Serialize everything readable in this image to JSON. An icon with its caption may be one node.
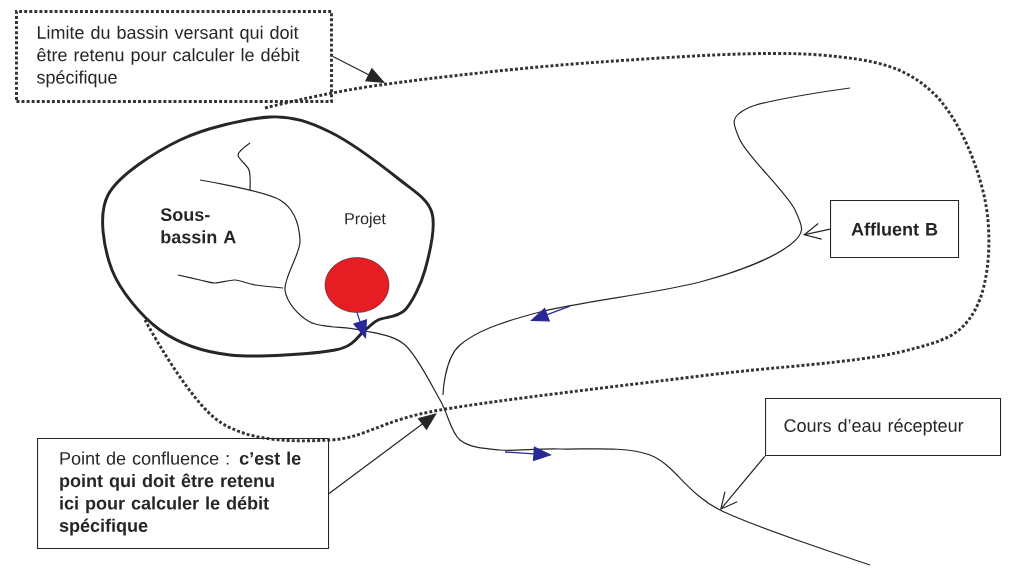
{
  "diagram": {
    "nodes": [
      {
        "text": [
          "Limite du bassin versant qui doit être retenu pour calculer le débit spécifique"
        ]
      },
      {
        "text": [
          "Sous-bassin A"
        ]
      },
      {
        "text": [],
        "shape": "circle",
        "beside": [
          "Projet"
        ],
        "in": 1
      },
      {
        "text": [
          "Affluent B"
        ]
      },
      {
        "text": [
          "Point de confluence : **c’est le point qui doit être retenu ici pour calculer le débit spécifique**"
        ]
      },
      {
        "text": [
          "Cours d’eau récepteur"
        ]
      }
    ],
    "edges": [
      {
        "from": 0,
        "to": null,
        "arrow": "to"
      },
      {
        "from": 3,
        "to": null,
        "arrow": "to"
      },
      {
        "from": 4,
        "to": null,
        "arrow": "to"
      },
      {
        "from": 5,
        "to": null,
        "arrow": "to"
      },
      {
        "from": 2,
        "to": null,
        "arrow": "to",
        "color": "#28289a"
      }
    ]
  }
}
